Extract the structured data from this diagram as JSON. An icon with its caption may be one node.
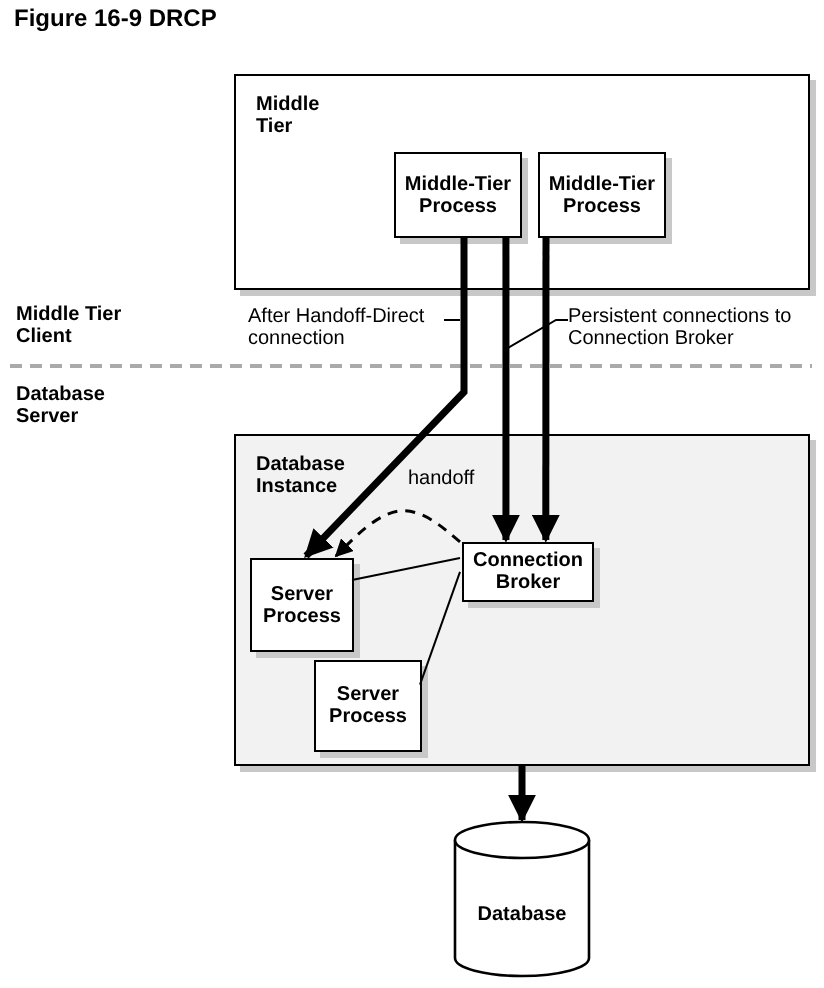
{
  "diagram": {
    "title": "Figure 16-9 DRCP",
    "nodes": [
      {
        "text": [
          "Middle Tier"
        ]
      },
      {
        "text": [
          "Middle-Tier Process"
        ],
        "in": 0
      },
      {
        "text": [
          "Middle-Tier Process"
        ],
        "in": 0
      },
      {
        "text": [
          "After Handoff-Direct connection"
        ]
      },
      {
        "text": [
          "Persistent connections to Connection Broker"
        ]
      },
      {
        "text": [
          "Database Instance"
        ]
      },
      {
        "text": [
          "Server Process"
        ],
        "in": 5
      },
      {
        "text": [
          "Server Process"
        ],
        "in": 5
      },
      {
        "text": [
          "Connection Broker"
        ],
        "in": 5
      },
      {
        "text": [
          "Database"
        ]
      }
    ],
    "edges": [
      {
        "from": 1,
        "to": 6,
        "arrow": "to",
        "style": "thick"
      },
      {
        "from": 1,
        "to": 8,
        "arrow": "to",
        "style": "thick"
      },
      {
        "from": 2,
        "to": 8,
        "arrow": "to",
        "style": "thick"
      },
      {
        "from": 8,
        "to": 6,
        "arrow": "to",
        "style": "dashed",
        "label": "handoff"
      },
      {
        "from": 8,
        "to": 6,
        "arrow": "none"
      },
      {
        "from": 8,
        "to": 7,
        "arrow": "none"
      },
      {
        "from": 5,
        "to": 9,
        "arrow": "to",
        "style": "thick"
      },
      {
        "from": 3,
        "to": null,
        "arrow": "none"
      },
      {
        "from": 4,
        "to": null,
        "arrow": "none"
      }
    ],
    "labels": [
      "Middle Tier Client",
      "Database Server"
    ]
  }
}
